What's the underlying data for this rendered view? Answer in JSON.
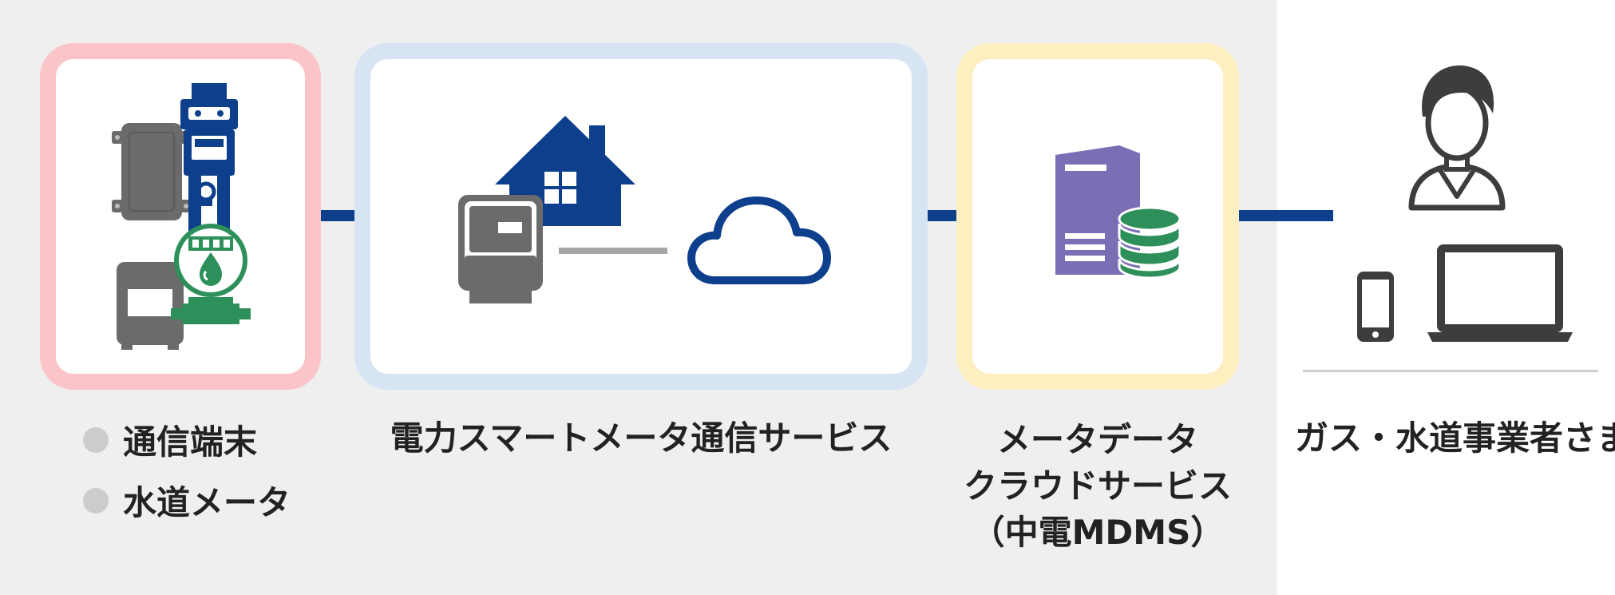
{
  "terminal_panel": {
    "legend": [
      "通信端末",
      "水道メータ"
    ]
  },
  "smart_meter_panel": {
    "caption": "電力スマートメータ通信サービス"
  },
  "cloud_panel": {
    "caption_lines": [
      "メータデータ",
      "クラウドサービス",
      "（中電MDMS）"
    ]
  },
  "customer": {
    "caption": "ガス・水道事業者さま"
  },
  "colors": {
    "connector": "#0d3f8c",
    "pink_border": "#fbc4c9",
    "blue_border": "#d7e4f3",
    "yellow_border": "#fdefc0",
    "dark_gray": "#6b6b6b",
    "navy": "#0d3f8c",
    "green": "#2d8f5a",
    "purple": "#7a6fb5"
  }
}
